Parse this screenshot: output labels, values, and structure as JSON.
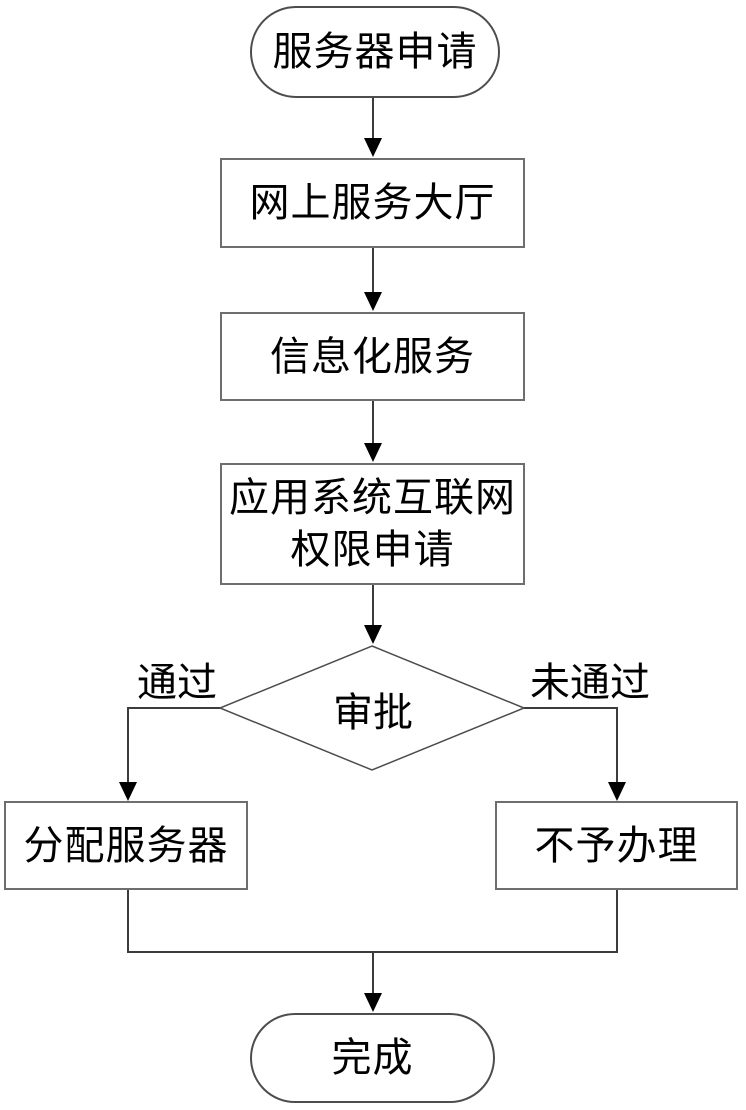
{
  "diagram": {
    "type": "flowchart",
    "language": "zh-CN",
    "nodes": {
      "start": {
        "label": "服务器申请",
        "shape": "terminator"
      },
      "hall": {
        "label": "网上服务大厅",
        "shape": "process"
      },
      "info": {
        "label": "信息化服务",
        "shape": "process"
      },
      "apply": {
        "label": "应用系统互联网权限申请",
        "line1": "应用系统互联网",
        "line2": "权限申请",
        "shape": "process"
      },
      "decision": {
        "label": "审批",
        "shape": "decision"
      },
      "allocate": {
        "label": "分配服务器",
        "shape": "process"
      },
      "reject": {
        "label": "不予办理",
        "shape": "process"
      },
      "end": {
        "label": "完成",
        "shape": "terminator"
      }
    },
    "edges": {
      "pass_label": "通过",
      "fail_label": "未通过",
      "flow": [
        "start -> hall",
        "hall -> info",
        "info -> apply",
        "apply -> decision",
        "decision -(通过)-> allocate",
        "decision -(未通过)-> reject",
        "allocate -> end",
        "reject -> end"
      ]
    },
    "colors": {
      "background": "#ffffff",
      "process_border": "#6e6e6e",
      "terminator_border": "#4d4d4d",
      "line": "#3c3c3c",
      "arrowhead": "#000000",
      "text": "#000000"
    }
  }
}
